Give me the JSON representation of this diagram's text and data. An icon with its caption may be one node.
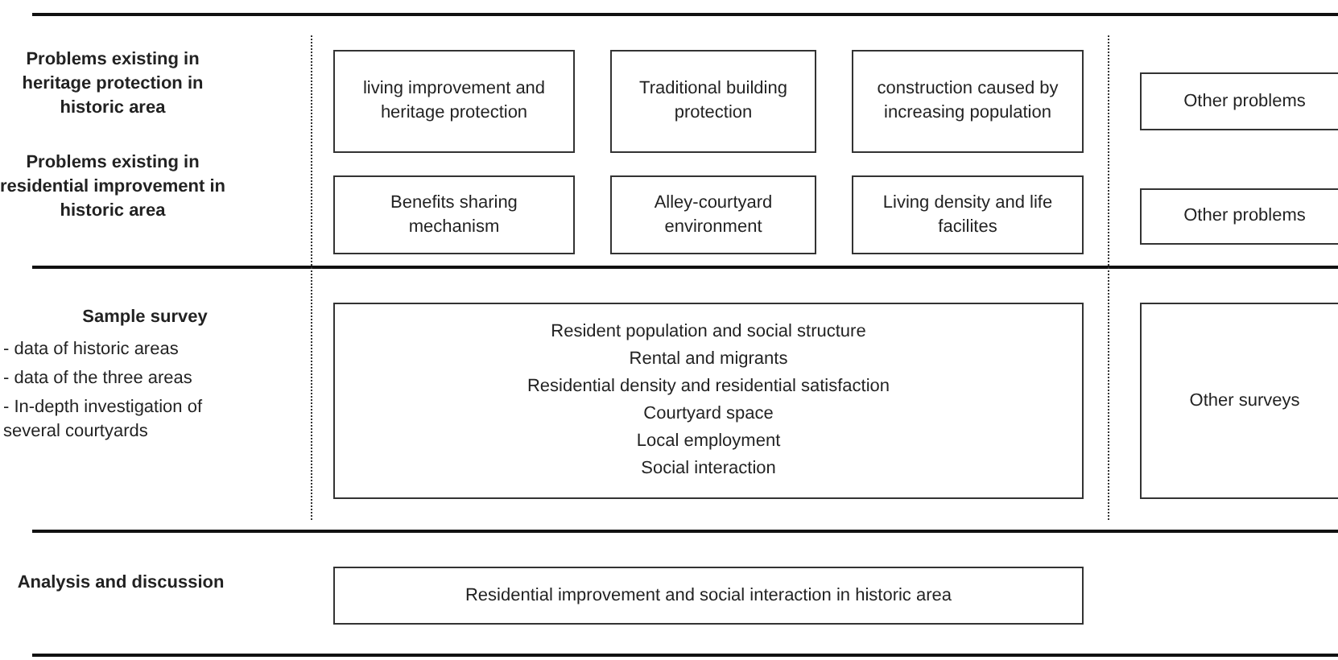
{
  "diagram": {
    "nodes": [
      {
        "text": [
          "living improvement and heritage protection"
        ]
      },
      {
        "text": [
          "Traditional building protection"
        ]
      },
      {
        "text": [
          "construction caused by increasing population"
        ]
      },
      {
        "text": [
          "Other problems"
        ]
      },
      {
        "text": [
          "Benefits sharing mechanism"
        ]
      },
      {
        "text": [
          "Alley-courtyard environment"
        ]
      },
      {
        "text": [
          "Living density and life facilites"
        ]
      },
      {
        "text": [
          "Other problems"
        ]
      },
      {
        "text": [
          "Resident population and social structure",
          "Rental and migrants",
          "Residential density and residential satisfaction",
          "Courtyard space",
          "Local employment",
          "Social interaction"
        ]
      },
      {
        "text": [
          "Other surveys"
        ]
      },
      {
        "text": [
          "Residential improvement and social interaction in historic area"
        ]
      }
    ],
    "edges": [],
    "labels": [
      "Problems existing in heritage protection in historic area",
      "Problems existing in residential improvement in historic area",
      "Sample survey",
      "- data of historic areas",
      "- data of the three areas",
      "- In-depth investigation of several courtyards",
      "Analysis and discussion"
    ]
  }
}
